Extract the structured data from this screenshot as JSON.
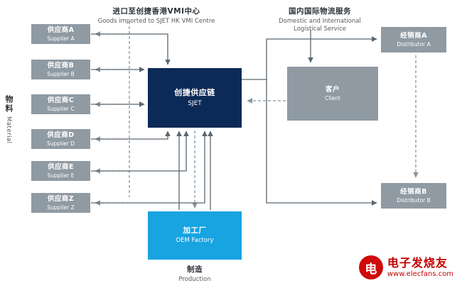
{
  "colors": {
    "node_gray": "#8f9aa3",
    "node_navy": "#0c2a57",
    "node_blue": "#18a3e1",
    "wire_solid": "#5b6770",
    "wire_dashed": "#8a949c",
    "watermark_red": "#c40000"
  },
  "captions": {
    "vmi": {
      "zh": "进口至创捷香港VMI中心",
      "en": "Goods imported to SJET HK VMI Centre"
    },
    "logistics": {
      "zh": "国内国际物流服务",
      "en_line1": "Domestic and International",
      "en_line2": "Logistical Service"
    },
    "material": {
      "zh": "物料",
      "en": "Material"
    },
    "production": {
      "zh": "制造",
      "en": "Production"
    }
  },
  "nodes": {
    "suppliers": [
      {
        "zh": "供应商A",
        "en": "Supplier A"
      },
      {
        "zh": "供应商B",
        "en": "Supplier B"
      },
      {
        "zh": "供应商C",
        "en": "Supplier C"
      },
      {
        "zh": "供应商D",
        "en": "Supplier D"
      },
      {
        "zh": "供应商E",
        "en": "Supplier E"
      },
      {
        "zh": "供应商Z",
        "en": "Supplier Z"
      }
    ],
    "sjet": {
      "zh": "创捷供应链",
      "en": "SJET"
    },
    "client": {
      "zh": "客户",
      "en": "Client"
    },
    "distributor_a": {
      "zh": "经销商A",
      "en": "Distributor A"
    },
    "distributor_b": {
      "zh": "经销商B",
      "en": "Distributor B"
    },
    "oem_factory": {
      "zh": "加工厂",
      "en": "OEM Factory"
    }
  },
  "watermark": {
    "logo_glyph": "电",
    "brand": "电子发烧友",
    "url": "www.elecfans.com"
  }
}
